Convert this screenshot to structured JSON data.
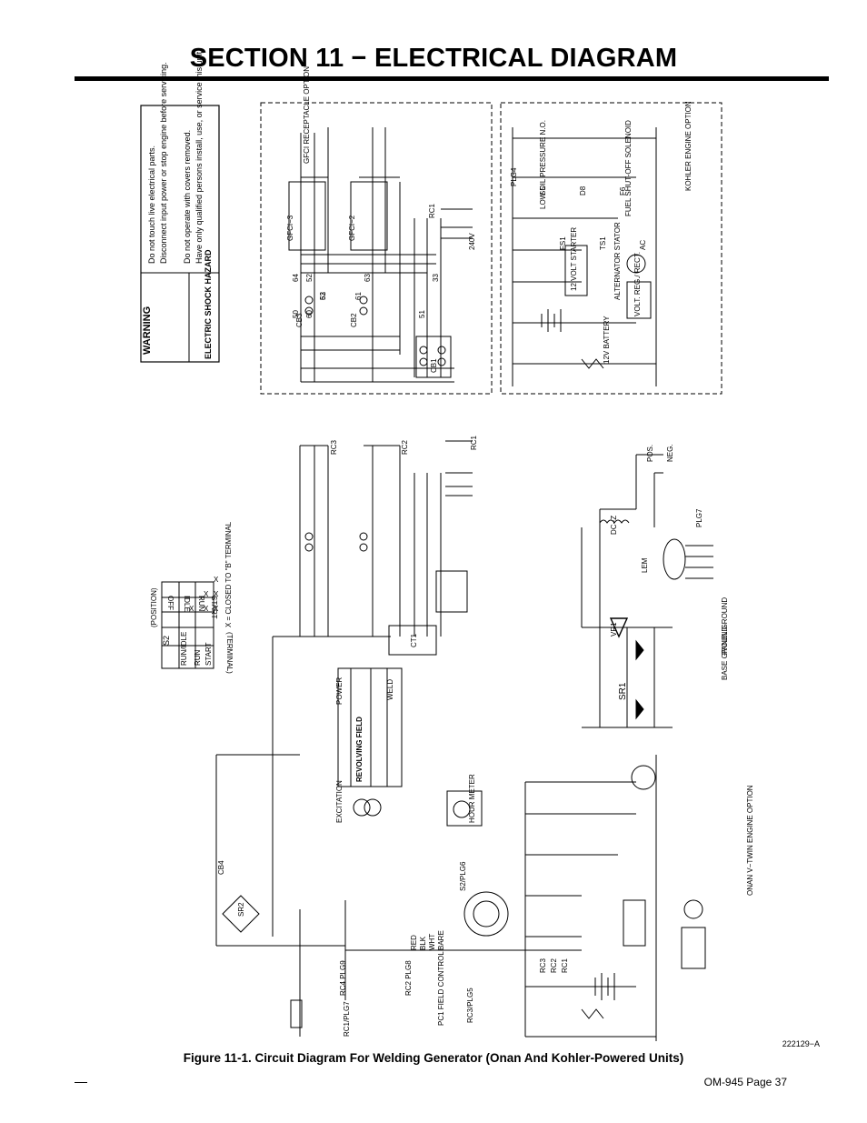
{
  "title": "SECTION 11 − ELECTRICAL DIAGRAM",
  "caption": "Figure 11-1. Circuit Diagram For Welding Generator (Onan And Kohler-Powered Units)",
  "doc_number": "222129−A",
  "footer": "OM-945 Page 37",
  "warning": {
    "heading": "WARNING",
    "hazard": "ELECTRIC SHOCK HAZARD",
    "items": [
      "Do not touch live electrical parts.",
      "Disconnect input power or stop engine before servicing.",
      "Do not operate with covers removed.",
      "Have only qualified persons install, use, or service this unit."
    ]
  },
  "top_left": {
    "option_label": "GFCI RECEPTACLE OPTION",
    "gfci": [
      "GFCI−3",
      "GFCI−2"
    ],
    "breakers": [
      "CB3",
      "CB2",
      "CB1"
    ],
    "rc1": "RC1",
    "v240": "240V",
    "wires": [
      "64",
      "62",
      "60",
      "63",
      "61",
      "50",
      "52",
      "53",
      "51",
      "33"
    ]
  },
  "top_right": {
    "engine_label": "KOHLER ENGINE OPTION",
    "battery": "12V BATTERY",
    "starter": "12 VOLT STARTER",
    "stator": "ALTERNATOR STATOR",
    "reg": "VOLT. REG./ RECT.",
    "oil": "LOW OIL PRESSURE N.O.",
    "fuel": "FUEL SHUT-OFF SOLENOID",
    "plg": "PLG4",
    "parts": [
      "S5",
      "FS1",
      "D8",
      "TS1",
      "F6",
      "AC"
    ]
  },
  "main": {
    "vr1": "VR1",
    "sr1": "SR1",
    "ct1": "CT1",
    "cb4": "CB4",
    "sr2": "SR2",
    "lem": "LEM",
    "dcz": "DC−Z",
    "pos": "POS.",
    "neg": "NEG.",
    "plg7": "PLG7",
    "field_control": "PC1 FIELD CONTROL",
    "revolving_field": "REVOLVING FIELD",
    "excitation": "EXCITATION",
    "power": "POWER",
    "weld": "WELD",
    "hour_meter": "HOUR METER",
    "s2_plg6": "S2/PLG6",
    "onan_label": "ONAN V−TWIN ENGINE OPTION",
    "base_ground": "BASE GROUND",
    "panel_ground": "PANEL GROUND",
    "receptacles": [
      "RC3",
      "RC2",
      "RC1"
    ],
    "wire_colors": [
      "RED",
      "BLK",
      "WHT",
      "BARE"
    ],
    "connectors": [
      "RC4 PLG9",
      "RC2 PLG8",
      "RC1/PLG7",
      "RC3/PLG5"
    ]
  },
  "switch_table": {
    "title": "S2",
    "position": "(POSITION)",
    "terminal": "(TERMINAL)",
    "columns": [
      "OFF",
      "IDLE",
      "RUN",
      "START"
    ],
    "rows": [
      {
        "name": "RUN/IDLE",
        "marks": [
          "",
          "X",
          "X",
          "X"
        ]
      },
      {
        "name": "RUN",
        "marks": [
          "",
          "",
          "X",
          "X"
        ]
      },
      {
        "name": "START",
        "marks": [
          "",
          "",
          "",
          "X"
        ]
      }
    ],
    "note": "X = CLOSED TO \"B\" TERMINAL"
  }
}
